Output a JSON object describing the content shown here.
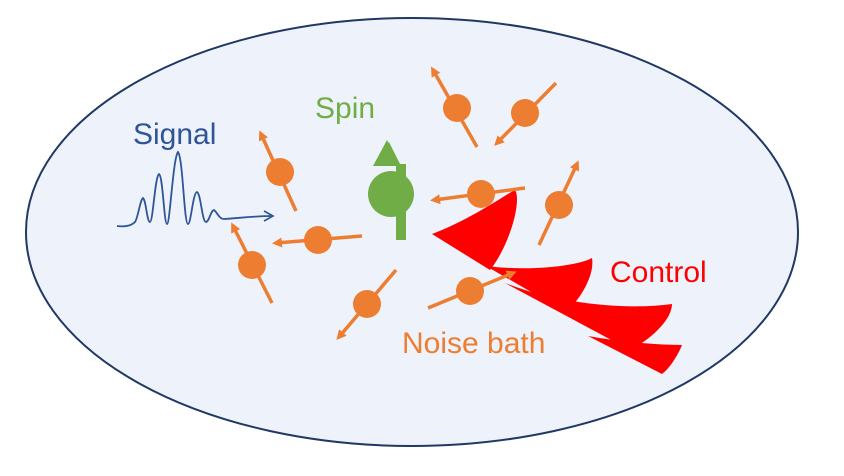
{
  "labels": {
    "signal": "Signal",
    "spin": "Spin",
    "control": "Control",
    "noise": "Noise bath"
  },
  "colors": {
    "background": "#eef2fa",
    "outline": "#203864",
    "signal": "#2f5597",
    "spin": "#70ad47",
    "noise": "#ed7d31",
    "control": "#ff0000"
  },
  "icons": {
    "spin_particle": "spin-up-arrow-icon",
    "noise_particle": "noise-spin-icon"
  }
}
